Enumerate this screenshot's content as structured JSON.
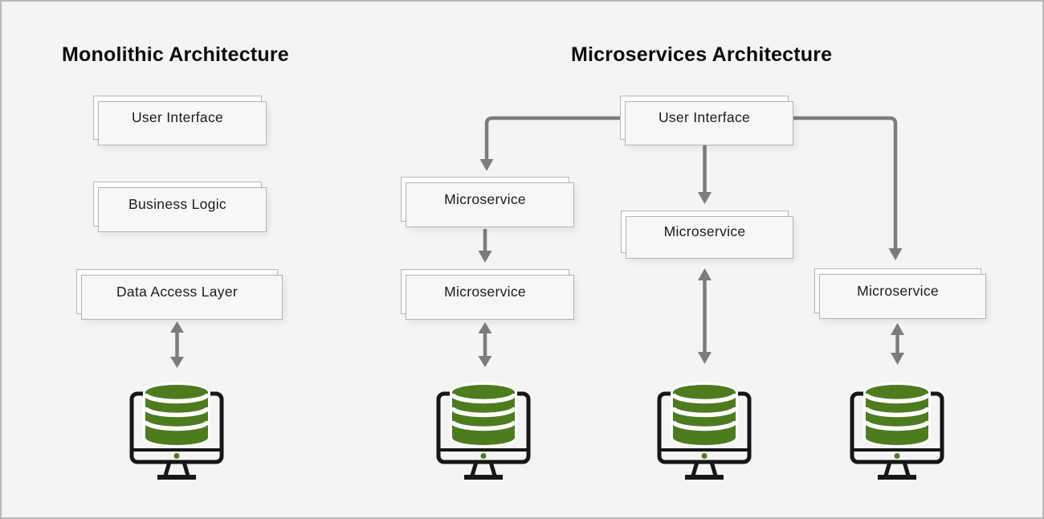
{
  "monolith": {
    "title": "Monolithic Architecture",
    "layers": [
      {
        "label": "User Interface"
      },
      {
        "label": "Business Logic"
      },
      {
        "label": "Data Access Layer"
      }
    ]
  },
  "microservices": {
    "title": "Microservices Architecture",
    "gateway": {
      "label": "User Interface"
    },
    "services": [
      {
        "label": "Microservice"
      },
      {
        "label": "Microservice"
      },
      {
        "label": "Microservice"
      },
      {
        "label": "Microservice"
      }
    ]
  },
  "icons": {
    "database_monitor": "database-on-monitor-icon",
    "count": 4
  },
  "colors": {
    "background": "#f4f4f4",
    "canvas_border": "#b9b9b9",
    "box_border": "#b6b6b6",
    "arrow_gray": "#7c7c7c",
    "database_green": "#4d7c1e",
    "monitor_black": "#161616",
    "text": "#1b1b1b"
  }
}
